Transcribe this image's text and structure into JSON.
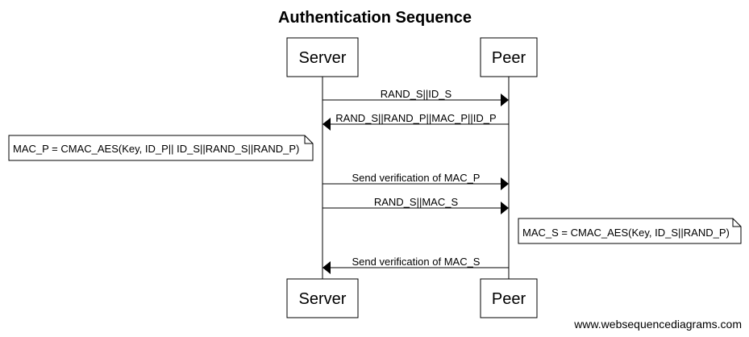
{
  "title": "Authentication Sequence",
  "actors": {
    "server": "Server",
    "peer": "Peer"
  },
  "messages": [
    {
      "from": "server",
      "to": "peer",
      "label": "RAND_S||ID_S"
    },
    {
      "from": "peer",
      "to": "server",
      "label": "RAND_S||RAND_P||MAC_P||ID_P"
    },
    {
      "from": "server",
      "to": "peer",
      "label": "Send verification of MAC_P"
    },
    {
      "from": "server",
      "to": "peer",
      "label": "RAND_S||MAC_S"
    },
    {
      "from": "peer",
      "to": "server",
      "label": "Send verification of MAC_S"
    }
  ],
  "notes": [
    {
      "side": "left of server",
      "text": "MAC_P = CMAC_AES(Key, ID_P|| ID_S||RAND_S||RAND_P)"
    },
    {
      "side": "right of peer",
      "text": "MAC_S = CMAC_AES(Key, ID_S||RAND_P)"
    }
  ],
  "watermark": "www.websequencediagrams.com"
}
